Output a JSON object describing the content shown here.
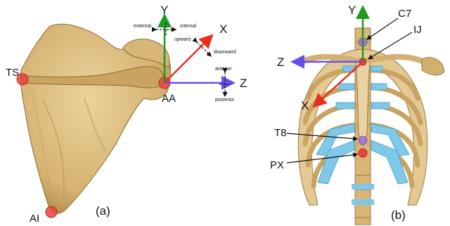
{
  "figure": {
    "panel_a": {
      "caption": "(a)",
      "points": {
        "ts": "TS",
        "aa": "AA",
        "ai": "AI"
      },
      "axes": {
        "x": "X",
        "y": "Y",
        "z": "Z"
      },
      "directions": {
        "external": "external",
        "internal": "internal",
        "upward": "upward",
        "downward": "downward",
        "anterior": "anterior",
        "posterior": "posterior"
      }
    },
    "panel_b": {
      "caption": "(b)",
      "points": {
        "c7": "C7",
        "ij": "IJ",
        "t8": "T8",
        "px": "PX"
      },
      "axes": {
        "x": "X",
        "y": "Y",
        "z": "Z"
      }
    }
  },
  "colors": {
    "bone": "#d9b878",
    "bone_dark": "#b38a45",
    "cartilage": "#7ec8e8",
    "marker": "#e8453c",
    "marker_purple": "#9b6be0",
    "axis_x": "#e8301e",
    "axis_y": "#1f9a1f",
    "axis_z": "#6a4df0"
  }
}
